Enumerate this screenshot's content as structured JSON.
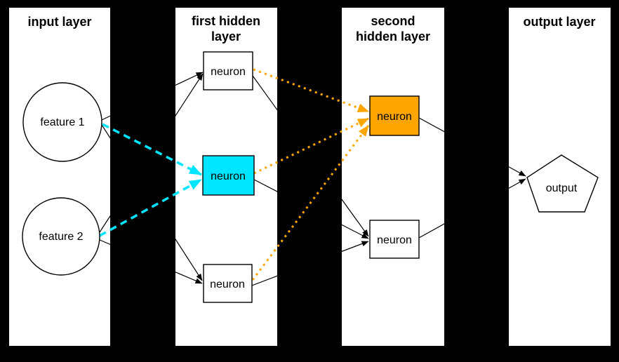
{
  "layers": [
    {
      "title": "input layer"
    },
    {
      "title_line1": "first hidden",
      "title_line2": "layer"
    },
    {
      "title_line1": "second",
      "title_line2": "hidden layer"
    },
    {
      "title": "output layer"
    }
  ],
  "nodes": {
    "feature1": {
      "label": "feature 1"
    },
    "feature2": {
      "label": "feature 2"
    },
    "h1_top": {
      "label": "neuron"
    },
    "h1_mid": {
      "label": "neuron"
    },
    "h1_bot": {
      "label": "neuron"
    },
    "h2_top": {
      "label": "neuron"
    },
    "h2_bot": {
      "label": "neuron"
    },
    "output": {
      "label": "output"
    }
  },
  "colors": {
    "background": "#000000",
    "panel": "#ffffff",
    "node_fill": "#ffffff",
    "edge_black": "#000000",
    "highlight_cyan": "#00e5ff",
    "highlight_orange": "#ffa500"
  }
}
